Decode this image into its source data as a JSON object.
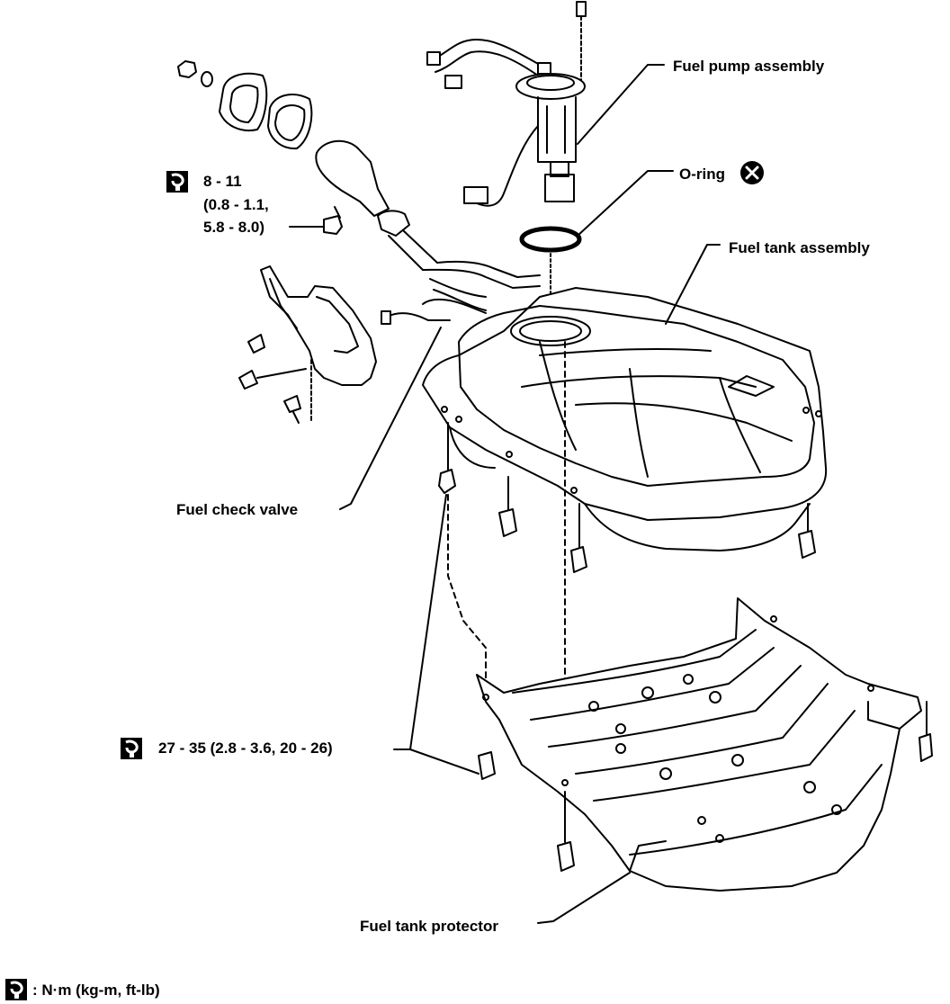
{
  "labels": {
    "fuel_pump_assembly": "Fuel pump assembly",
    "o_ring": "O-ring",
    "fuel_tank_assembly": "Fuel tank assembly",
    "fuel_check_valve": "Fuel check valve",
    "fuel_tank_protector": "Fuel tank protector"
  },
  "torque": {
    "filler_line1": "8 - 11",
    "filler_line2": "(0.8 - 1.1,",
    "filler_line3": "5.8 - 8.0)",
    "tank_bolts": "27 - 35 (2.8 - 3.6, 20 - 26)"
  },
  "legend": {
    "units": ":  N·m (kg-m, ft-lb)"
  },
  "icons": {
    "torque": "torque-wrench-icon",
    "replace": "x-circle-icon"
  }
}
